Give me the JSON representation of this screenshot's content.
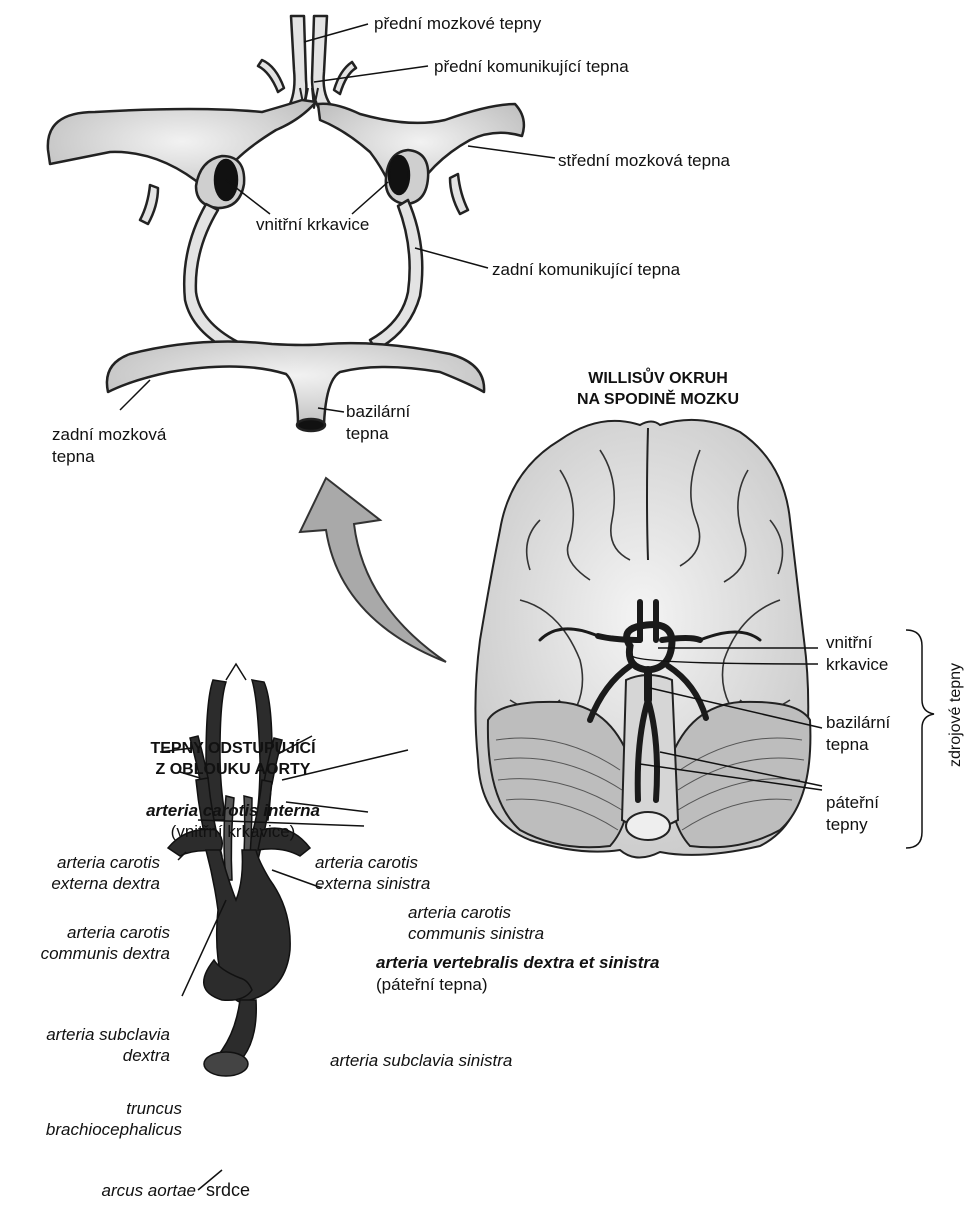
{
  "willis": {
    "title_line1": "WILLISŮV OKRUH",
    "title_line2": "NA SPODINĚ MOZKU",
    "labels": {
      "anterior_cerebral": "přední mozkové tepny",
      "anterior_communicating": "přední komunikující tepna",
      "middle_cerebral": "střední mozková tepna",
      "internal_carotid": "vnitřní krkavice",
      "posterior_communicating": "zadní komunikující tepna",
      "posterior_cerebral_1": "zadní mozková",
      "posterior_cerebral_2": "tepna",
      "basilar_1": "bazilární",
      "basilar_2": "tepna"
    }
  },
  "brain": {
    "labels": {
      "carotid_1": "vnitřní",
      "carotid_2": "krkavice",
      "basilar_1": "bazilární",
      "basilar_2": "tepna",
      "vertebral_1": "páteřní",
      "vertebral_2": "tepny",
      "sources": "zdrojové tepny"
    }
  },
  "aorta": {
    "title_line1": "TEPNY ODSTUPUJÍCÍ",
    "title_line2": "Z OBLOUKU AORTY",
    "labels": {
      "carotis_interna": "arteria carotis interna",
      "carotis_interna_cz": "(vnitřní krkavice)",
      "ext_dextra_1": "arteria carotis",
      "ext_dextra_2": "externa dextra",
      "ext_sinistra_1": "arteria carotis",
      "ext_sinistra_2": "externa sinistra",
      "comm_sinistra_1": "arteria carotis",
      "comm_sinistra_2": "communis sinistra",
      "comm_dextra_1": "arteria carotis",
      "comm_dextra_2": "communis dextra",
      "vertebralis": "arteria vertebralis dextra et sinistra",
      "vertebralis_cz": "(páteřní tepna)",
      "subclavia_dextra_1": "arteria subclavia",
      "subclavia_dextra_2": "dextra",
      "subclavia_sinistra": "arteria subclavia sinistra",
      "truncus_1": "truncus",
      "truncus_2": "brachiocephalicus",
      "arcus": "arcus aortae",
      "srdce": "srdce"
    }
  }
}
